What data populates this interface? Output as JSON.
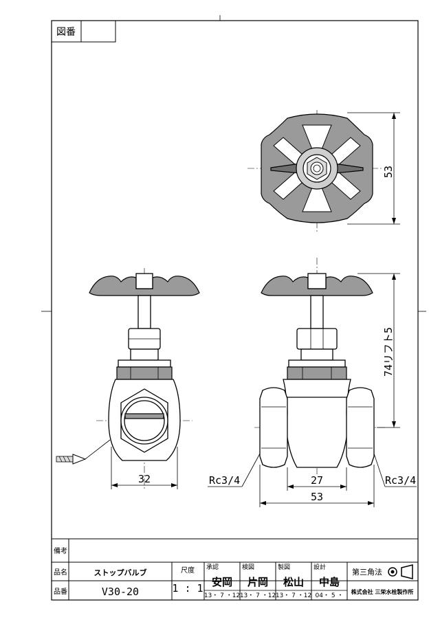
{
  "header": {
    "drawing_no_label": "図番",
    "drawing_no_value": ""
  },
  "dimensions": {
    "handle_width": "53",
    "height": "74リフト5",
    "body_width_side": "32",
    "end_to_end": "27",
    "overall_length": "53",
    "thread_left": "Rc3/4",
    "thread_right": "Rc3/4"
  },
  "title_block": {
    "remarks_label": "備考",
    "name_label": "品名",
    "name_value": "ストップバルブ",
    "part_no_label": "品番",
    "part_no_value": "V30-20",
    "scale_label": "尺度",
    "scale_value": "1 : 1",
    "approval_label": "承認",
    "approval_name": "安岡",
    "approval_date": "13・ 7 ・12",
    "check_label": "検図",
    "check_name": "片岡",
    "check_date": "13・ 7 ・12",
    "draw_label": "製図",
    "draw_name": "松山",
    "draw_date": "13・ 7 ・12",
    "design_label": "設計",
    "design_name": "中島",
    "design_date": "04・ 5 ・",
    "projection": "第三角法",
    "company": "株式会社 三栄水栓製作所"
  }
}
